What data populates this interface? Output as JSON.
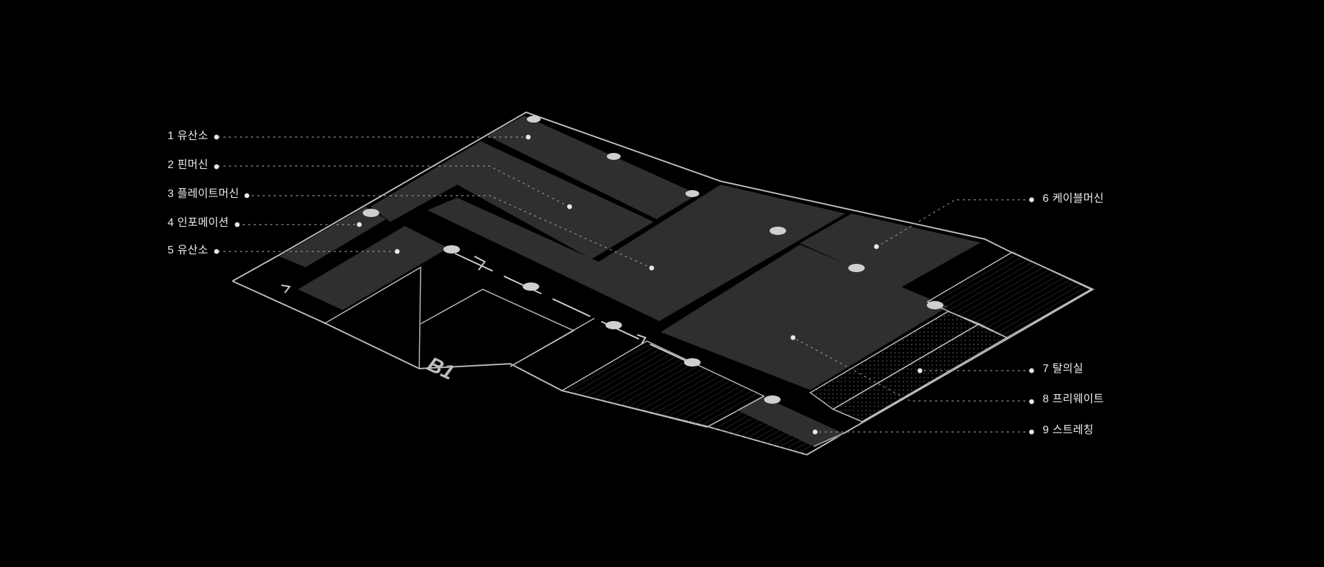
{
  "floor": {
    "name": "B1"
  },
  "colors": {
    "background": "#000000",
    "outline": "#bdbdbd",
    "zone_fill": "#2f2f2f",
    "label_text": "#eaeaea",
    "marker": "#cfcfcf"
  },
  "zones": [
    {
      "number": "1",
      "name": "유산소"
    },
    {
      "number": "2",
      "name": "핀머신"
    },
    {
      "number": "3",
      "name": "플레이트머신"
    },
    {
      "number": "4",
      "name": "인포메이션"
    },
    {
      "number": "5",
      "name": "유산소"
    },
    {
      "number": "6",
      "name": "케이블머신"
    },
    {
      "number": "7",
      "name": "탈의실"
    },
    {
      "number": "8",
      "name": "프리웨이트"
    },
    {
      "number": "9",
      "name": "스트레칭"
    }
  ]
}
